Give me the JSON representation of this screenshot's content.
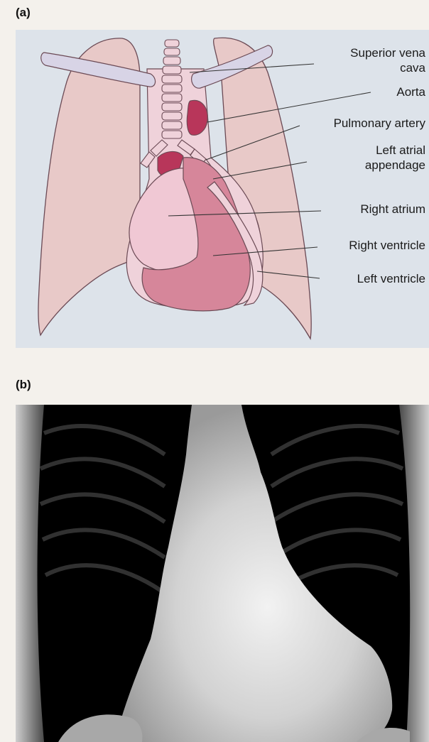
{
  "panels": {
    "a": {
      "label": "(a)"
    },
    "b": {
      "label": "(b)"
    }
  },
  "callouts": {
    "svc_line1": "Superior vena",
    "svc_line2": "cava",
    "aorta": "Aorta",
    "pulmonary_artery": "Pulmonary artery",
    "laa_line1": "Left atrial",
    "laa_line2": "appendage",
    "right_atrium": "Right atrium",
    "right_ventricle": "Right ventricle",
    "left_ventricle": "Left ventricle"
  },
  "colors": {
    "lung": "#e8c9c8",
    "heart_light": "#f0c8d4",
    "heart_mid": "#d6869a",
    "heart_dark": "#b8365a",
    "vessel_outline": "#6b4a55",
    "clavicle": "#d8d4e6",
    "xray_bg": "#000000",
    "xray_soft": "#d8d8d8"
  }
}
